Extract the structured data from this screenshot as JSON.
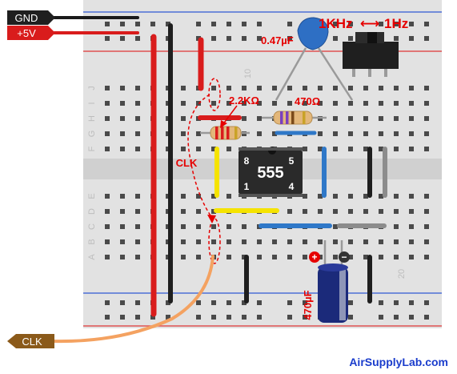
{
  "labels": {
    "gnd": "GND",
    "vcc": "+5V",
    "clk_out": "CLK",
    "clk_mid": "CLK",
    "freq_left": "1KHz",
    "freq_arrow": "⟷",
    "freq_right": "1Hz",
    "cap_small": "0.47µF",
    "res_22k": "2.2KΩ",
    "res_470": "470Ω",
    "chip": "555",
    "cap_large": "470µF",
    "brand": "AirSupplyLab.com"
  },
  "chip_pins": {
    "p8": "8",
    "p5": "5",
    "p1": "1",
    "p4": "4"
  },
  "breadboard": {
    "row_letters_top": [
      "J",
      "I",
      "H",
      "G",
      "F"
    ],
    "row_letters_bottom": [
      "E",
      "D",
      "C",
      "B",
      "A"
    ],
    "col_labels": [
      "10",
      "20"
    ]
  },
  "polarity": {
    "plus": "+",
    "minus": "−"
  },
  "colors": {
    "red": "#d91c1c",
    "black": "#222222",
    "yellow": "#f5e300",
    "blue": "#2f78c8",
    "grey": "#8c8c8c",
    "orange": "#f4a261",
    "cap_blue": "#2e6fc4",
    "cap_large_body": "#1b2a7a",
    "label_red": "#e60000",
    "brand_blue": "#1a3ccc"
  }
}
